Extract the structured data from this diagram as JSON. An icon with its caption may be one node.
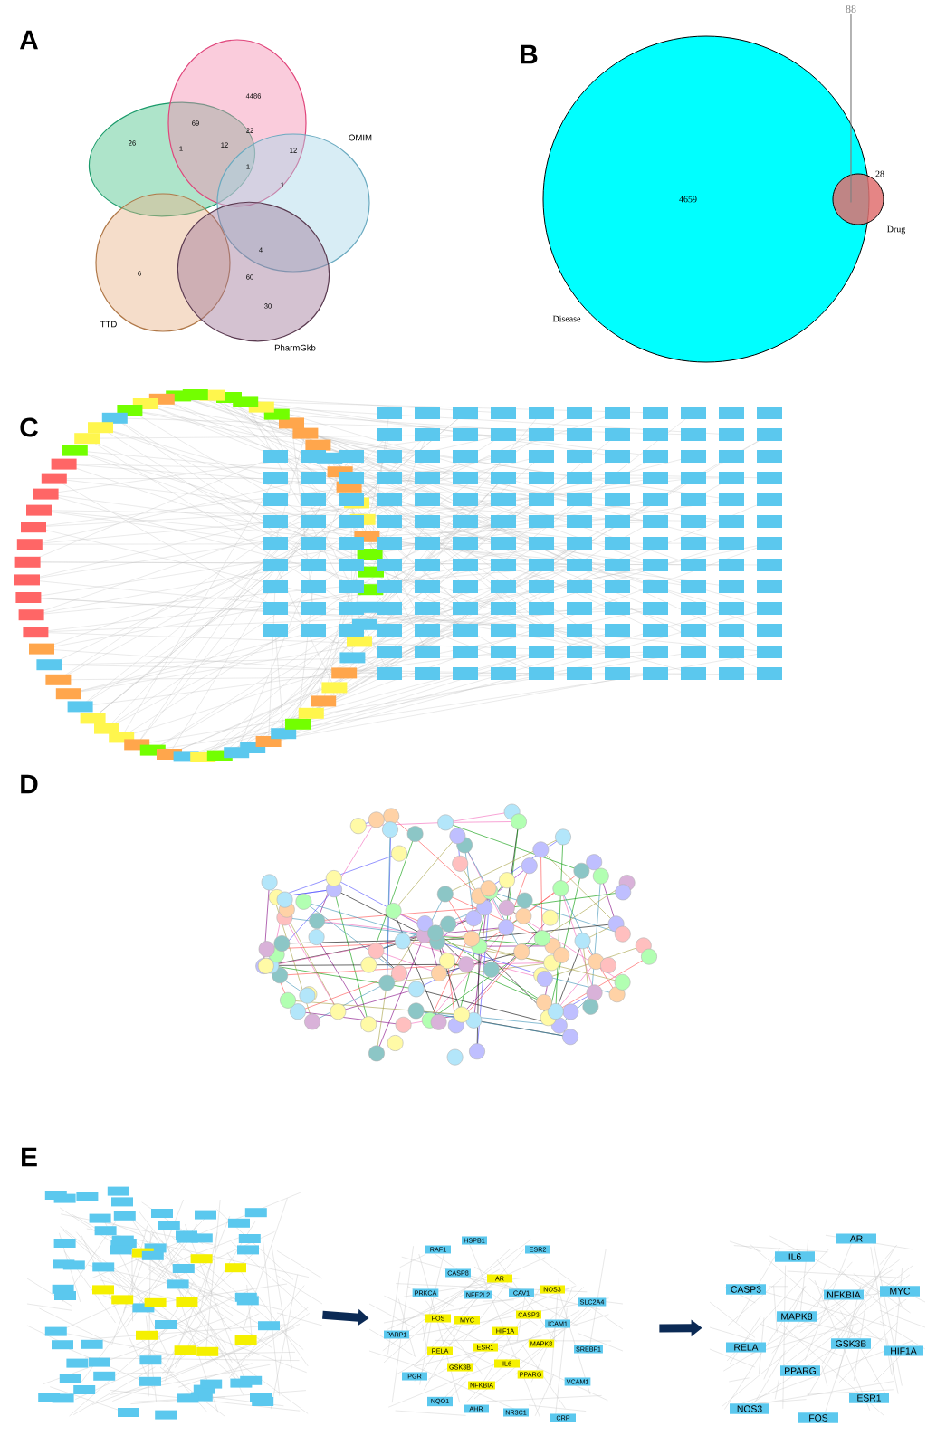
{
  "diagram": {
    "nodes": [
      {
        "text": [],
        "shape": "picture"
      },
      {
        "text": [],
        "shape": "picture"
      },
      {
        "text": [
          "HSPB1"
        ],
        "in": 1
      },
      {
        "text": [
          "RAF1"
        ],
        "in": 1
      },
      {
        "text": [
          "ESR2"
        ],
        "in": 1
      },
      {
        "text": [
          "CASP8"
        ],
        "in": 1
      },
      {
        "text": [
          "AR"
        ],
        "in": 1
      },
      {
        "text": [
          "NOS3"
        ],
        "in": 1
      },
      {
        "text": [
          "PRKCA"
        ],
        "in": 1
      },
      {
        "text": [
          "NFE2L2"
        ],
        "in": 1
      },
      {
        "text": [
          "CAV1"
        ],
        "in": 1
      },
      {
        "text": [
          "SLC2A4"
        ],
        "in": 1
      },
      {
        "text": [
          "FOS"
        ],
        "in": 1
      },
      {
        "text": [
          "MYC"
        ],
        "in": 1
      },
      {
        "text": [
          "CASP3"
        ],
        "in": 1
      },
      {
        "text": [
          "ICAM1"
        ],
        "in": 1
      },
      {
        "text": [
          "PARP1"
        ],
        "in": 1
      },
      {
        "text": [
          "HIF1A"
        ],
        "in": 1
      },
      {
        "text": [
          "MAPK8"
        ],
        "in": 1
      },
      {
        "text": [
          "SREBF1"
        ],
        "in": 1
      },
      {
        "text": [
          "RELA"
        ],
        "in": 1
      },
      {
        "text": [
          "ESR1"
        ],
        "in": 1
      },
      {
        "text": [
          "IL6"
        ],
        "in": 1
      },
      {
        "text": [
          "GSK3B"
        ],
        "in": 1
      },
      {
        "text": [
          "PPARG"
        ],
        "in": 1
      },
      {
        "text": [
          "VCAM1"
        ],
        "in": 1
      },
      {
        "text": [
          "PGR"
        ],
        "in": 1
      },
      {
        "text": [
          "NFKBIA"
        ],
        "in": 1
      },
      {
        "text": [
          "NQO1"
        ],
        "in": 1
      },
      {
        "text": [
          "AHR"
        ],
        "in": 1
      },
      {
        "text": [
          "NR3C1"
        ],
        "in": 1
      },
      {
        "text": [
          "CRP"
        ],
        "in": 1
      },
      {
        "text": [],
        "shape": "picture"
      },
      {
        "text": [
          "AR"
        ],
        "in": 32
      },
      {
        "text": [
          "IL6"
        ],
        "in": 32
      },
      {
        "text": [
          "CASP3"
        ],
        "in": 32
      },
      {
        "text": [
          "NFKBIA"
        ],
        "in": 32
      },
      {
        "text": [
          "MYC"
        ],
        "in": 32
      },
      {
        "text": [
          "MAPK8"
        ],
        "in": 32
      },
      {
        "text": [
          "RELA"
        ],
        "in": 32
      },
      {
        "text": [
          "GSK3B"
        ],
        "in": 32
      },
      {
        "text": [
          "HIF1A"
        ],
        "in": 32
      },
      {
        "text": [
          "PPARG"
        ],
        "in": 32
      },
      {
        "text": [
          "NOS3"
        ],
        "in": 32
      },
      {
        "text": [
          "ESR1"
        ],
        "in": 32
      },
      {
        "text": [
          "FOS"
        ],
        "in": 32
      },
      {
        "text": [
          "88"
        ]
      }
    ],
    "edges": [
      {
        "from": 0,
        "to": 1,
        "arrow": "to"
      },
      {
        "from": 1,
        "to": 32,
        "arrow": "to"
      },
      {
        "from": 46,
        "to": null,
        "arrow": "none",
        "color": "#808080"
      }
    ],
    "labels": [
      "A",
      "4486",
      "69",
      "22",
      "26",
      "12",
      "OMIM",
      "1",
      "12",
      "1",
      "1",
      "4",
      "6",
      "60",
      "30",
      "TTD",
      "PharmGkb",
      "B",
      "28",
      "4659",
      "Drug",
      "Disease",
      "C",
      "D",
      "E"
    ]
  }
}
